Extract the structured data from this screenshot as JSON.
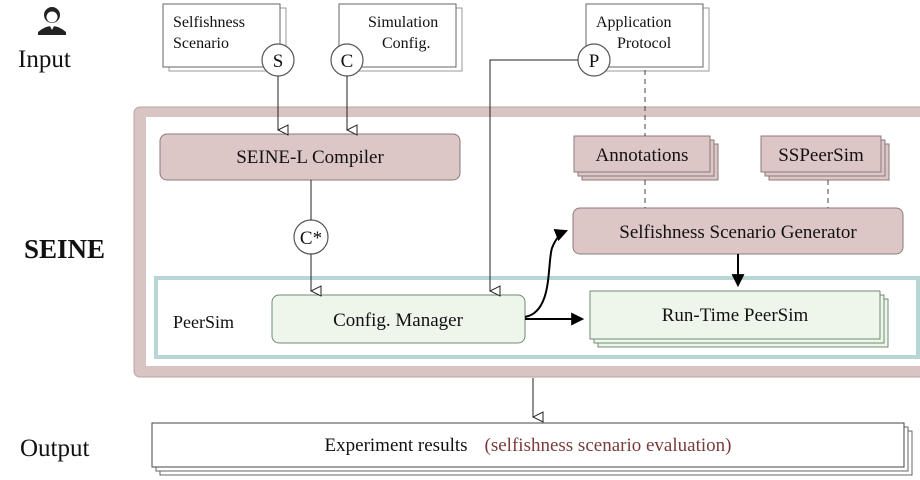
{
  "input": {
    "label": "Input",
    "selfishness_scenario": [
      "Selfishness",
      "Scenario"
    ],
    "simulation_config": [
      "Simulation",
      "Config."
    ],
    "application_protocol": [
      "Application",
      "Protocol"
    ],
    "badge_s": "S",
    "badge_c": "C",
    "badge_p": "P"
  },
  "seine": {
    "label": "SEINE",
    "compiler": "SEINE-L Compiler",
    "badge_cstar": "C*",
    "annotations": "Annotations",
    "sspeersim": "SSPeerSim",
    "generator": "Selfishness Scenario Generator",
    "peersim_label": "PeerSim",
    "config_manager": "Config. Manager",
    "runtime": "Run-Time PeerSim"
  },
  "output": {
    "label": "Output",
    "results": "Experiment results",
    "evaluation": "(selfishness scenario evaluation)"
  },
  "colors": {
    "seine_border": "#d9c4c4",
    "pink_box": "#ddc6c6",
    "green_box": "#eef6ec",
    "peersim_border": "#b8d6d6",
    "evaluation_text": "#7a3b3b"
  }
}
